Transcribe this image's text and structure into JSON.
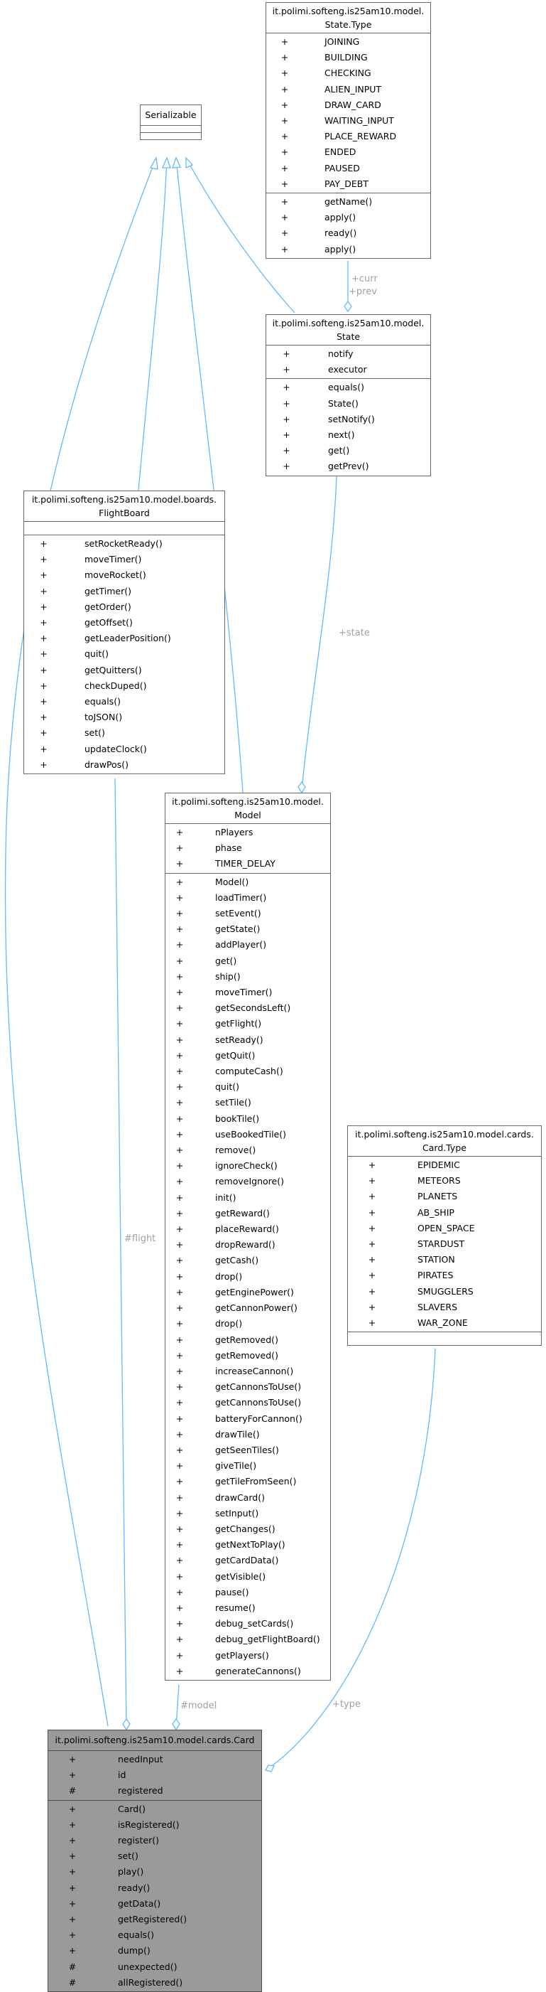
{
  "classes": {
    "serializable": {
      "title": [
        "Serializable"
      ],
      "attributes": [],
      "methods": []
    },
    "state_type": {
      "title": [
        "it.polimi.softeng.is25am10.model.",
        "State.Type"
      ],
      "attributes": [
        {
          "v": "+",
          "n": "JOINING"
        },
        {
          "v": "+",
          "n": "BUILDING"
        },
        {
          "v": "+",
          "n": "CHECKING"
        },
        {
          "v": "+",
          "n": "ALIEN_INPUT"
        },
        {
          "v": "+",
          "n": "DRAW_CARD"
        },
        {
          "v": "+",
          "n": "WAITING_INPUT"
        },
        {
          "v": "+",
          "n": "PLACE_REWARD"
        },
        {
          "v": "+",
          "n": "ENDED"
        },
        {
          "v": "+",
          "n": "PAUSED"
        },
        {
          "v": "+",
          "n": "PAY_DEBT"
        }
      ],
      "methods": [
        {
          "v": "+",
          "n": "getName()"
        },
        {
          "v": "+",
          "n": "apply()"
        },
        {
          "v": "+",
          "n": "ready()"
        },
        {
          "v": "+",
          "n": "apply()"
        }
      ]
    },
    "state": {
      "title": [
        "it.polimi.softeng.is25am10.model.",
        "State"
      ],
      "attributes": [
        {
          "v": "+",
          "n": "notify"
        },
        {
          "v": "+",
          "n": "executor"
        }
      ],
      "methods": [
        {
          "v": "+",
          "n": "equals()"
        },
        {
          "v": "+",
          "n": "State()"
        },
        {
          "v": "+",
          "n": "setNotify()"
        },
        {
          "v": "+",
          "n": "next()"
        },
        {
          "v": "+",
          "n": "get()"
        },
        {
          "v": "+",
          "n": "getPrev()"
        }
      ]
    },
    "flightboard": {
      "title": [
        "it.polimi.softeng.is25am10.model.boards.",
        "FlightBoard"
      ],
      "attributes": [],
      "methods": [
        {
          "v": "+",
          "n": "setRocketReady()"
        },
        {
          "v": "+",
          "n": "moveTimer()"
        },
        {
          "v": "+",
          "n": "moveRocket()"
        },
        {
          "v": "+",
          "n": "getTimer()"
        },
        {
          "v": "+",
          "n": "getOrder()"
        },
        {
          "v": "+",
          "n": "getOffset()"
        },
        {
          "v": "+",
          "n": "getLeaderPosition()"
        },
        {
          "v": "+",
          "n": "quit()"
        },
        {
          "v": "+",
          "n": "getQuitters()"
        },
        {
          "v": "+",
          "n": "checkDuped()"
        },
        {
          "v": "+",
          "n": "equals()"
        },
        {
          "v": "+",
          "n": "toJSON()"
        },
        {
          "v": "+",
          "n": "set()"
        },
        {
          "v": "+",
          "n": "updateClock()"
        },
        {
          "v": "+",
          "n": "drawPos()"
        }
      ]
    },
    "model": {
      "title": [
        "it.polimi.softeng.is25am10.model.",
        "Model"
      ],
      "attributes": [
        {
          "v": "+",
          "n": "nPlayers"
        },
        {
          "v": "+",
          "n": "phase"
        },
        {
          "v": "+",
          "n": "TIMER_DELAY"
        }
      ],
      "methods": [
        {
          "v": "+",
          "n": "Model()"
        },
        {
          "v": "+",
          "n": "loadTimer()"
        },
        {
          "v": "+",
          "n": "setEvent()"
        },
        {
          "v": "+",
          "n": "getState()"
        },
        {
          "v": "+",
          "n": "addPlayer()"
        },
        {
          "v": "+",
          "n": "get()"
        },
        {
          "v": "+",
          "n": "ship()"
        },
        {
          "v": "+",
          "n": "moveTimer()"
        },
        {
          "v": "+",
          "n": "getSecondsLeft()"
        },
        {
          "v": "+",
          "n": "getFlight()"
        },
        {
          "v": "+",
          "n": "setReady()"
        },
        {
          "v": "+",
          "n": "getQuit()"
        },
        {
          "v": "+",
          "n": "computeCash()"
        },
        {
          "v": "+",
          "n": "quit()"
        },
        {
          "v": "+",
          "n": "setTile()"
        },
        {
          "v": "+",
          "n": "bookTile()"
        },
        {
          "v": "+",
          "n": "useBookedTile()"
        },
        {
          "v": "+",
          "n": "remove()"
        },
        {
          "v": "+",
          "n": "ignoreCheck()"
        },
        {
          "v": "+",
          "n": "removeIgnore()"
        },
        {
          "v": "+",
          "n": "init()"
        },
        {
          "v": "+",
          "n": "getReward()"
        },
        {
          "v": "+",
          "n": "placeReward()"
        },
        {
          "v": "+",
          "n": "dropReward()"
        },
        {
          "v": "+",
          "n": "getCash()"
        },
        {
          "v": "+",
          "n": "drop()"
        },
        {
          "v": "+",
          "n": "getEnginePower()"
        },
        {
          "v": "+",
          "n": "getCannonPower()"
        },
        {
          "v": "+",
          "n": "drop()"
        },
        {
          "v": "+",
          "n": "getRemoved()"
        },
        {
          "v": "+",
          "n": "getRemoved()"
        },
        {
          "v": "+",
          "n": "increaseCannon()"
        },
        {
          "v": "+",
          "n": "getCannonsToUse()"
        },
        {
          "v": "+",
          "n": "getCannonsToUse()"
        },
        {
          "v": "+",
          "n": "batteryForCannon()"
        },
        {
          "v": "+",
          "n": "drawTile()"
        },
        {
          "v": "+",
          "n": "getSeenTiles()"
        },
        {
          "v": "+",
          "n": "giveTile()"
        },
        {
          "v": "+",
          "n": "getTileFromSeen()"
        },
        {
          "v": "+",
          "n": "drawCard()"
        },
        {
          "v": "+",
          "n": "setInput()"
        },
        {
          "v": "+",
          "n": "getChanges()"
        },
        {
          "v": "+",
          "n": "getNextToPlay()"
        },
        {
          "v": "+",
          "n": "getCardData()"
        },
        {
          "v": "+",
          "n": "getVisible()"
        },
        {
          "v": "+",
          "n": "pause()"
        },
        {
          "v": "+",
          "n": "resume()"
        },
        {
          "v": "+",
          "n": "debug_setCards()"
        },
        {
          "v": "+",
          "n": "debug_getFlightBoard()"
        },
        {
          "v": "+",
          "n": "getPlayers()"
        },
        {
          "v": "+",
          "n": "generateCannons()"
        }
      ]
    },
    "card_type": {
      "title": [
        "it.polimi.softeng.is25am10.model.cards.",
        "Card.Type"
      ],
      "attributes": [
        {
          "v": "+",
          "n": "EPIDEMIC"
        },
        {
          "v": "+",
          "n": "METEORS"
        },
        {
          "v": "+",
          "n": "PLANETS"
        },
        {
          "v": "+",
          "n": "AB_SHIP"
        },
        {
          "v": "+",
          "n": "OPEN_SPACE"
        },
        {
          "v": "+",
          "n": "STARDUST"
        },
        {
          "v": "+",
          "n": "STATION"
        },
        {
          "v": "+",
          "n": "PIRATES"
        },
        {
          "v": "+",
          "n": "SMUGGLERS"
        },
        {
          "v": "+",
          "n": "SLAVERS"
        },
        {
          "v": "+",
          "n": "WAR_ZONE"
        }
      ],
      "methods": []
    },
    "card": {
      "title": [
        "it.polimi.softeng.is25am10.model.cards.Card"
      ],
      "attributes": [
        {
          "v": "+",
          "n": "needInput"
        },
        {
          "v": "+",
          "n": "id"
        },
        {
          "v": "#",
          "n": "registered"
        }
      ],
      "methods": [
        {
          "v": "+",
          "n": "Card()"
        },
        {
          "v": "+",
          "n": "isRegistered()"
        },
        {
          "v": "+",
          "n": "register()"
        },
        {
          "v": "+",
          "n": "set()"
        },
        {
          "v": "+",
          "n": "play()"
        },
        {
          "v": "+",
          "n": "ready()"
        },
        {
          "v": "+",
          "n": "getData()"
        },
        {
          "v": "+",
          "n": "getRegistered()"
        },
        {
          "v": "+",
          "n": "equals()"
        },
        {
          "v": "+",
          "n": "dump()"
        },
        {
          "v": "#",
          "n": "unexpected()"
        },
        {
          "v": "#",
          "n": "allRegistered()"
        }
      ]
    }
  },
  "edge_labels": {
    "curr": "+curr",
    "prev": "+prev",
    "state": "+state",
    "flight": "#flight",
    "model": "#model",
    "type": "+type"
  },
  "colors": {
    "edge": "#63b8ff",
    "highlight_fill": "#9a9a9a",
    "box_border": "#666666",
    "label": "#a0a0a0"
  }
}
